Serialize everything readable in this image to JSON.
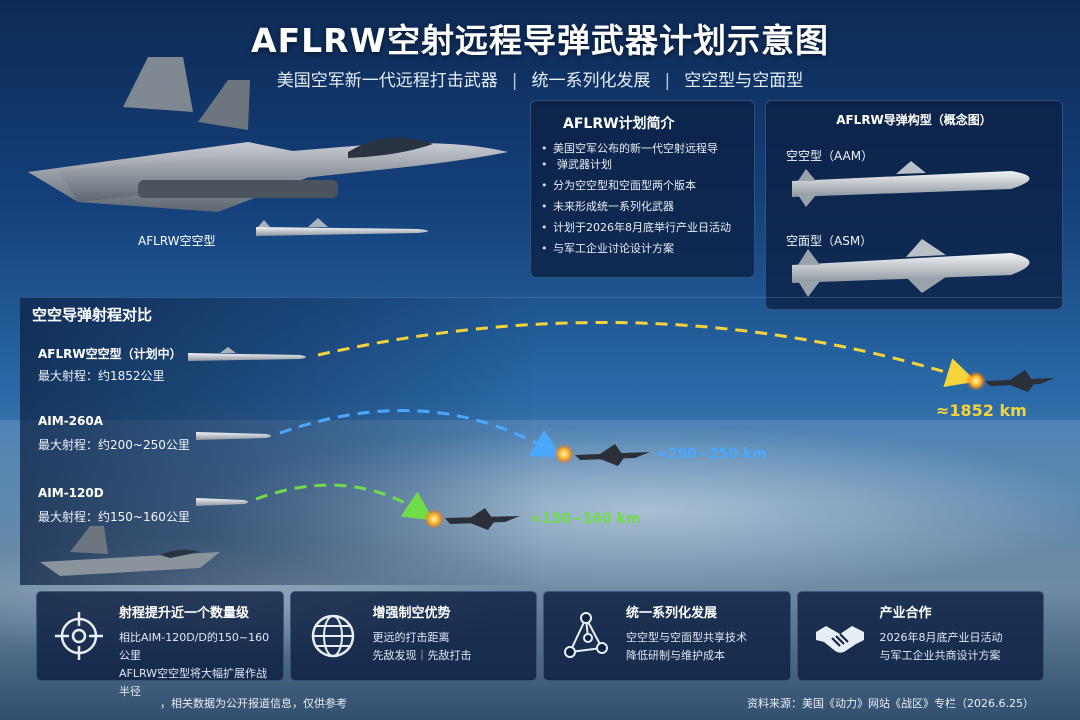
{
  "header": {
    "title": "AFLRW空射远程导弹武器计划示意图",
    "subtitle_parts": [
      "美国空军新一代远程打击武器",
      "统一系列化发展",
      "空空型与空面型"
    ]
  },
  "hero": {
    "missile_label": "AFLRW空空型"
  },
  "intro": {
    "title": "AFLRW计划简介",
    "items": [
      "美国空军公布的新一代空射远程导",
      "弹武器计划",
      "分为空空型和空面型两个版本",
      "未来形成统一系列化武器",
      "计划于2026年8月底举行产业日活动",
      "与军工企业讨论设计方案"
    ]
  },
  "concept": {
    "title": "AFLRW导弹构型（概念图）",
    "aam_label": "空空型（AAM）",
    "asm_label": "空面型（ASM）"
  },
  "compare": {
    "title": "空空导弹射程对比",
    "rows": [
      {
        "name": "AFLRW空空型（计划中）",
        "range": "最大射程：约1852公里",
        "label": "≈1852 km",
        "color": "#f5d33a"
      },
      {
        "name": "AIM-260A",
        "range": "最大射程：约200~250公里",
        "label": "≈200~250 km",
        "color": "#4aa8ff"
      },
      {
        "name": "AIM-120D",
        "range": "最大射程：约150~160公里",
        "label": "≈150~160 km",
        "color": "#6fdc4a"
      }
    ]
  },
  "features": [
    {
      "icon": "crosshair-icon",
      "title": "射程提升近一个数量级",
      "line1": "相比AIM-120D/D的150~160公里",
      "line2": "AFLRW空空型将大幅扩展作战半径"
    },
    {
      "icon": "globe-icon",
      "title": "增强制空优势",
      "line1": "更远的打击距离",
      "line2": "先敌发现｜先敌打击"
    },
    {
      "icon": "network-icon",
      "title": "统一系列化发展",
      "line1": "空空型与空面型共享技术",
      "line2": "降低研制与维护成本"
    },
    {
      "icon": "handshake-icon",
      "title": "产业合作",
      "line1": "2026年8月底产业日活动",
      "line2": "与军工企业共商设计方案"
    }
  ],
  "footer": {
    "left": "，相关数据为公开报道信息，仅供参考",
    "right": "资料来源：美国《动力》网站《战区》专栏（2026.6.25）"
  }
}
